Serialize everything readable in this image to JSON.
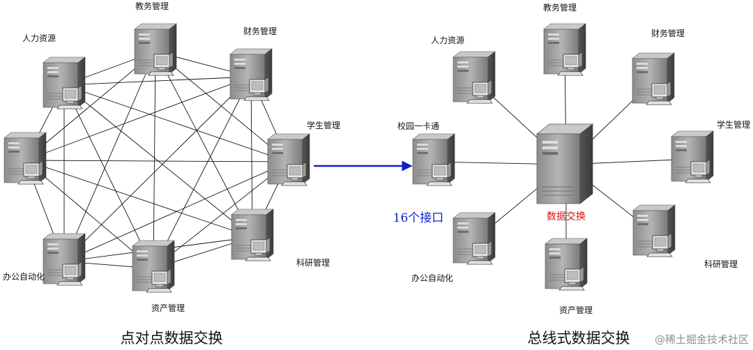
{
  "left_diagram": {
    "caption": "点对点数据交换",
    "nodes": [
      "教务管理",
      "财务管理",
      "学生管理",
      "科研管理",
      "资产管理",
      "办公自动化",
      "人力资源"
    ]
  },
  "right_diagram": {
    "caption": "总线式数据交换",
    "hub_label": "数据交换",
    "interface_note": "16个接口",
    "nodes": [
      "教务管理",
      "财务管理",
      "学生管理",
      "科研管理",
      "资产管理",
      "办公自动化",
      "校园一卡通",
      "人力资源"
    ]
  },
  "watermark": "@稀土掘金技术社区",
  "colors": {
    "arrow": "#0a1fd0",
    "interface_note": "#0a1fd0",
    "hub_label": "#e01010",
    "line": "#111111"
  },
  "icons": {
    "server": "server-icon",
    "hub": "hub-server-icon",
    "arrow": "arrow-right-icon"
  }
}
